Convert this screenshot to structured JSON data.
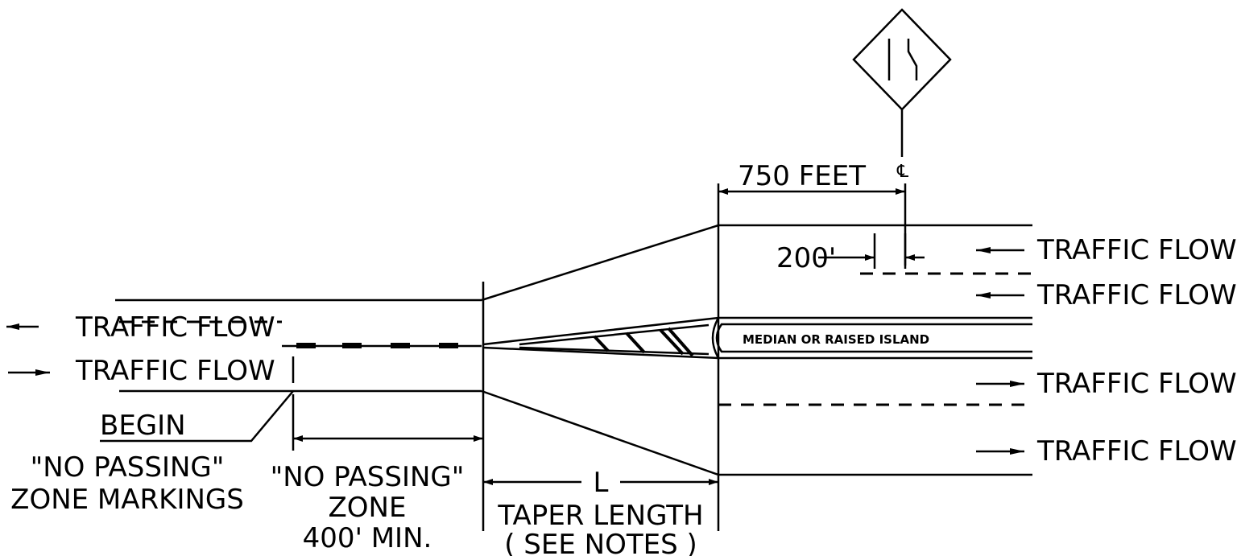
{
  "labels": {
    "traffic_flow": "TRAFFIC FLOW",
    "begin": "BEGIN",
    "no_passing_markings_line1": "\"NO PASSING\"",
    "no_passing_markings_line2": "ZONE MARKINGS",
    "no_passing_zone_line1": "\"NO PASSING\"",
    "no_passing_zone_line2": "ZONE",
    "no_passing_zone_line3": "400' MIN.",
    "taper_symbol": "L",
    "taper_line1": "TAPER LENGTH",
    "taper_line2": "( SEE NOTES )",
    "median": "MEDIAN OR RAISED ISLAND",
    "dim_750": "750 FEET",
    "dim_200": "200'",
    "centerline_symbol": "℄"
  },
  "sign": {
    "name": "divided-highway-sign"
  },
  "colors": {
    "line": "#000000",
    "background": "#ffffff"
  }
}
